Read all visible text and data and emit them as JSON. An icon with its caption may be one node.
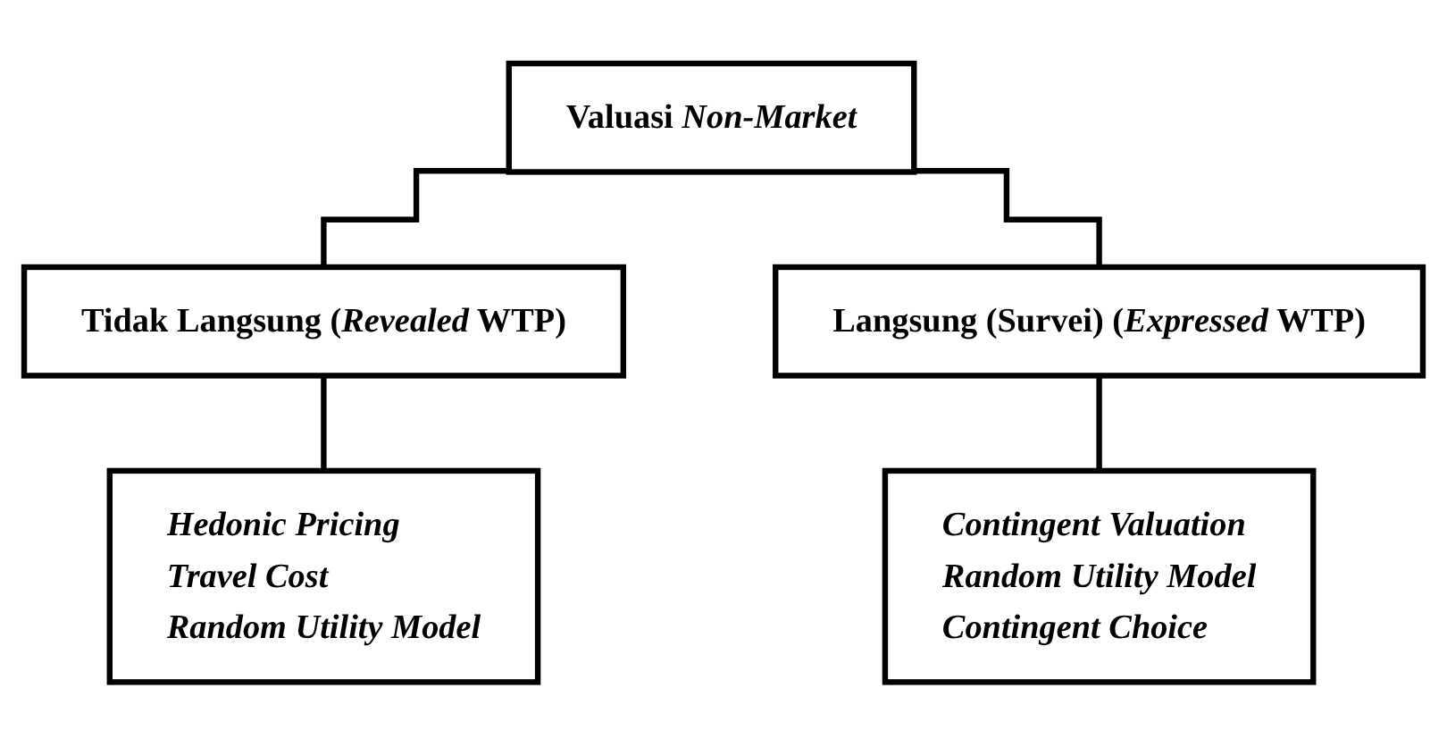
{
  "diagram": {
    "nodes": [
      {
        "text": [
          "Valuasi *Non-Market*"
        ]
      },
      {
        "text": [
          "Tidak Langsung (*Revealed* WTP)"
        ]
      },
      {
        "text": [
          "Langsung (Survei) (*Expressed* WTP)"
        ]
      },
      {
        "text": [
          "Hedonic Pricing",
          "Travel Cost",
          "Random Utility Model"
        ]
      },
      {
        "text": [
          "Contingent Valuation",
          "Random Utility Model",
          "Contingent Choice"
        ]
      }
    ],
    "edges": [
      {
        "from": 0,
        "to": 1,
        "arrow": "none"
      },
      {
        "from": 0,
        "to": 2,
        "arrow": "none"
      },
      {
        "from": 1,
        "to": 3,
        "arrow": "none"
      },
      {
        "from": 2,
        "to": 4,
        "arrow": "none"
      }
    ]
  }
}
